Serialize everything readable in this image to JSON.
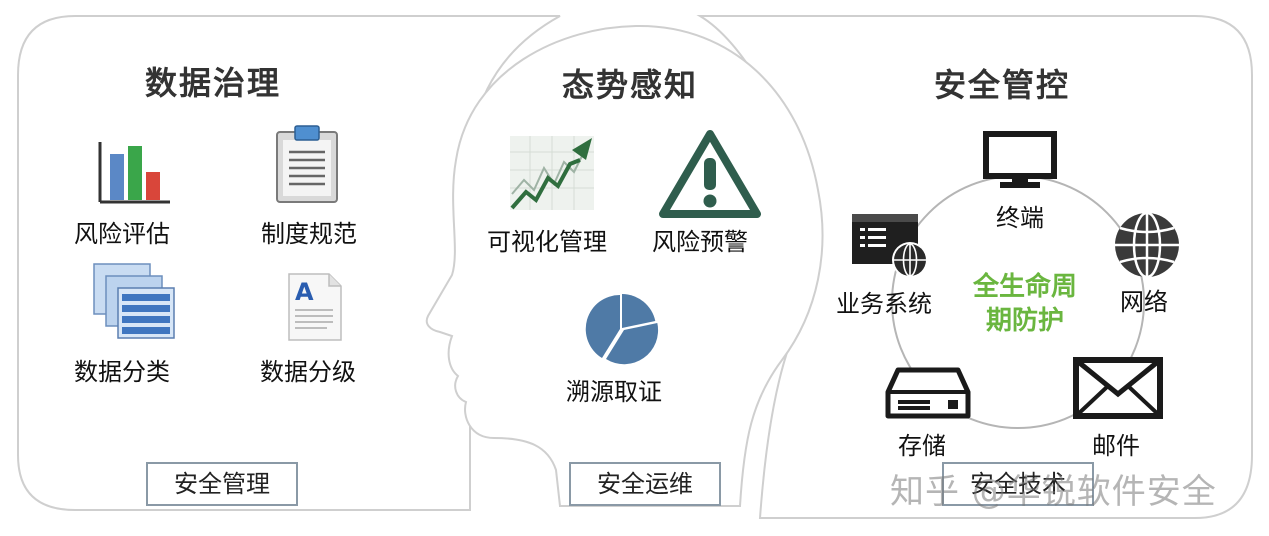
{
  "colors": {
    "outline": "#cfcfcf",
    "title": "#333333",
    "center_green": "#6ab63f",
    "warning_green": "#2f5d4d",
    "pie_blue": "#4f7aa6",
    "bar_blue": "#5b88c6",
    "bar_green": "#3aa64a",
    "bar_red": "#d9463a"
  },
  "left": {
    "title": "数据治理",
    "items": [
      {
        "label": "风险评估",
        "icon": "bar-chart-icon"
      },
      {
        "label": "制度规范",
        "icon": "clipboard-icon"
      },
      {
        "label": "数据分类",
        "icon": "stacked-tables-icon"
      },
      {
        "label": "数据分级",
        "icon": "document-icon"
      }
    ],
    "footer": "安全管理"
  },
  "middle": {
    "title": "态势感知",
    "items": [
      {
        "label": "可视化管理",
        "icon": "trend-chart-icon"
      },
      {
        "label": "风险预警",
        "icon": "warning-icon"
      },
      {
        "label": "溯源取证",
        "icon": "pie-chart-icon"
      }
    ],
    "footer": "安全运维"
  },
  "right": {
    "title": "安全管控",
    "center_line1": "全生命周",
    "center_line2": "期防护",
    "items": [
      {
        "label": "终端",
        "icon": "monitor-icon"
      },
      {
        "label": "网络",
        "icon": "globe-icon"
      },
      {
        "label": "业务系统",
        "icon": "business-system-icon"
      },
      {
        "label": "存储",
        "icon": "storage-icon"
      },
      {
        "label": "邮件",
        "icon": "mail-icon"
      }
    ],
    "footer": "安全技术"
  },
  "watermark": "知乎 @华锐软件安全"
}
